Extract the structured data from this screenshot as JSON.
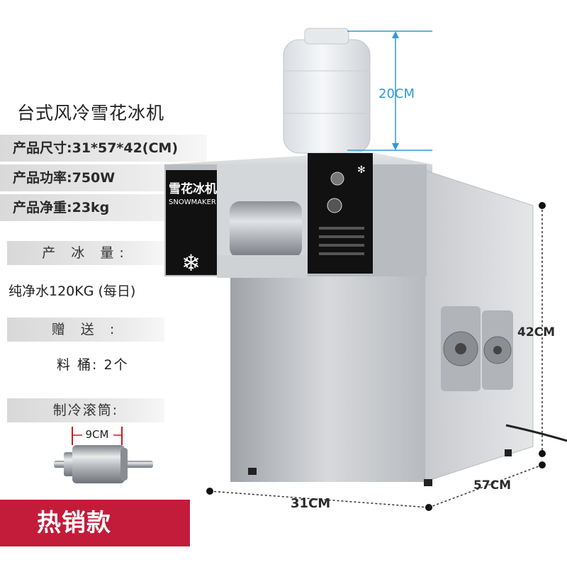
{
  "product_title": "台式风冷雪花冰机",
  "specs": {
    "size": "产品尺寸:31*57*42(CM)",
    "power": "产品功率:750W",
    "weight": "产品净重:23kg"
  },
  "ice_output": {
    "label": "产 冰 量:",
    "value": "纯净水120KG (每日)"
  },
  "gift": {
    "label": "赠 送 :",
    "item": "料 桶: 2个"
  },
  "roller": {
    "label": "制冷滚筒:",
    "size": "9CM"
  },
  "dimensions": {
    "bottle_height": "20CM",
    "height": "42CM",
    "width": "31CM",
    "depth": "57CM"
  },
  "machine_panel": {
    "brand_cn": "雪花冰机",
    "brand_en": "SNOWMAKER"
  },
  "badge": "热销款",
  "colors": {
    "badge_bg": "#c31b3a",
    "dimension_blue": "#2f9ad6",
    "steel": "#c9cbce"
  }
}
